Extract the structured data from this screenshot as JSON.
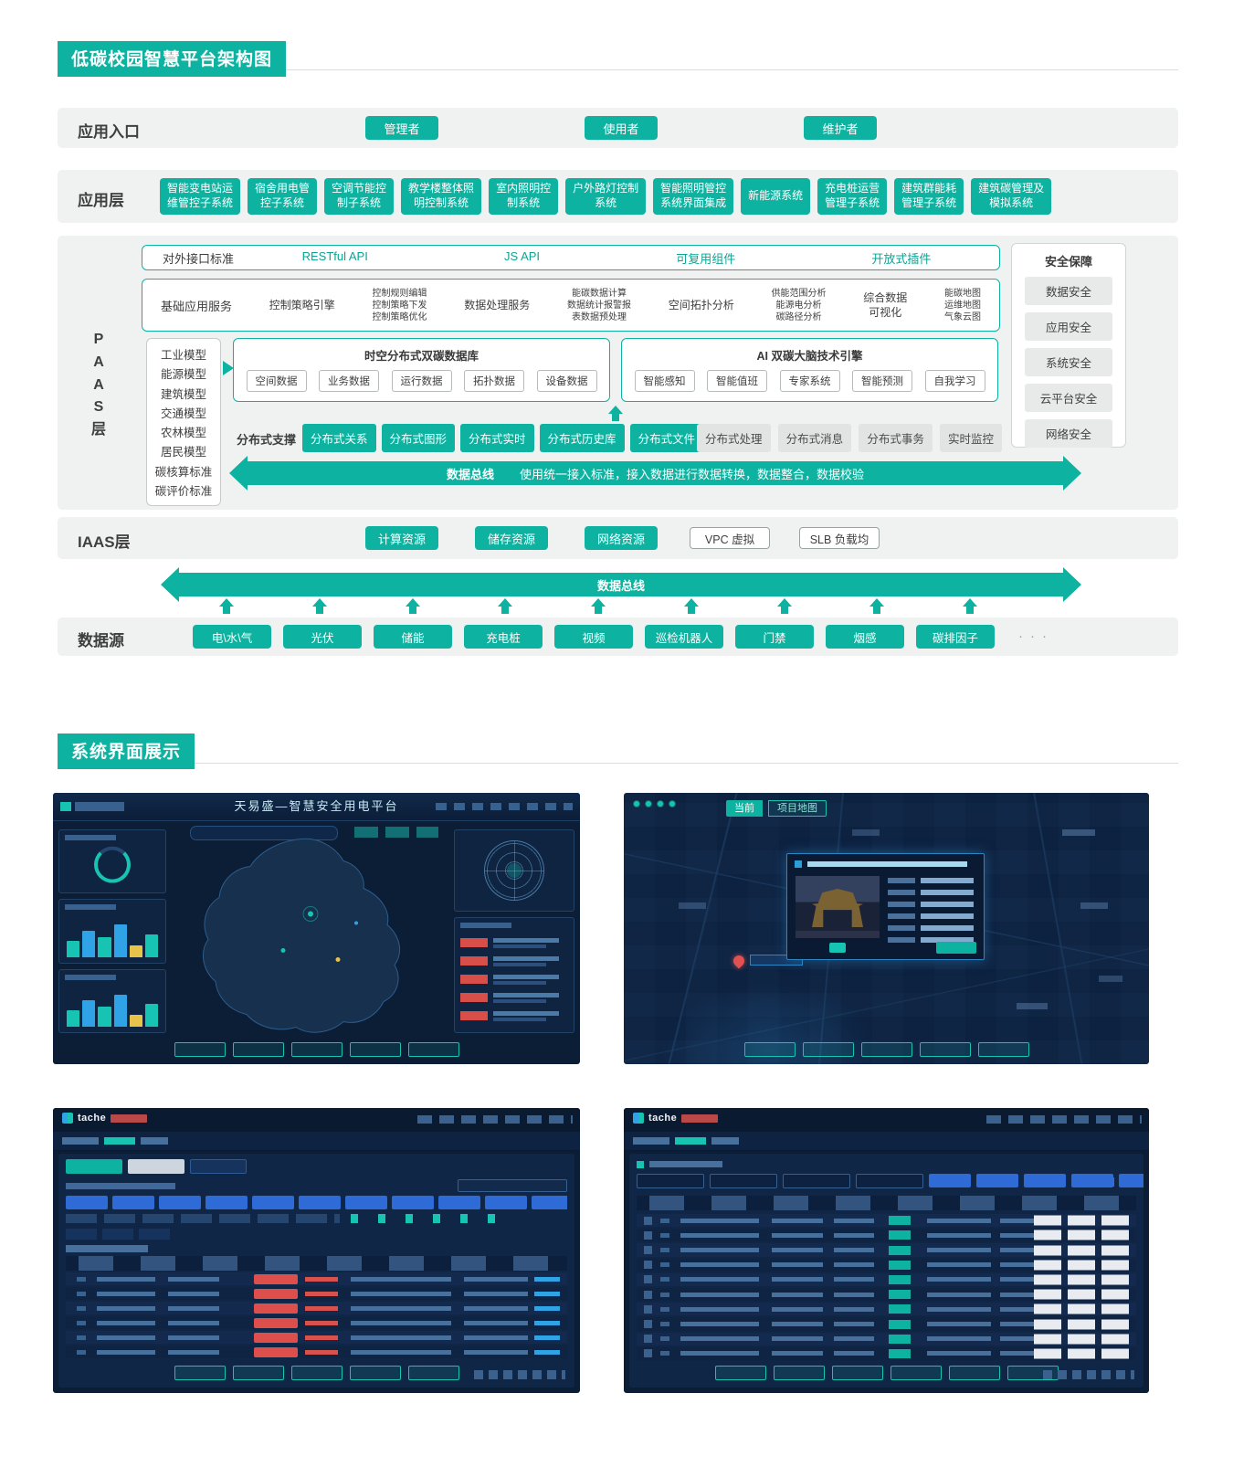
{
  "colors": {
    "teal": "#0db3a0",
    "alarm_red": "#dd4f4a",
    "navy": "#0c1d36",
    "chip_blue": "#2e6bd6"
  },
  "arch": {
    "title": "低碳校园智慧平台架构图",
    "entry": {
      "label": "应用入口",
      "roles": [
        "管理者",
        "使用者",
        "维护者"
      ]
    },
    "app": {
      "label": "应用层",
      "systems": [
        "智能变电站运\n维管控子系统",
        "宿舍用电管\n控子系统",
        "空调节能控\n制子系统",
        "教学楼整体照\n明控制系统",
        "室内照明控\n制系统",
        "户外路灯控制\n系统",
        "智能照明管控\n系统界面集成",
        "新能源系统",
        "充电桩运营\n管理子系统",
        "建筑群能耗\n管理子系统",
        "建筑碳管理及\n模拟系统"
      ]
    },
    "paas": {
      "vertical": "P\nA\nA\nS\n层",
      "api": {
        "label": "对外接口标准",
        "items": [
          "RESTful API",
          "JS API",
          "可复用组件",
          "开放式插件"
        ]
      },
      "services": {
        "label": "基础应用服务",
        "items": [
          "控制策略引擎",
          "控制规则编辑\n控制策略下发\n控制策略优化",
          "数据处理服务",
          "能碳数据计算\n数据统计报警报\n表数据预处理",
          "空间拓扑分析",
          "供能范围分析\n能源电分析\n碳路径分析",
          "综合数据\n可视化",
          "能碳地图\n运维地图\n气象云图"
        ]
      },
      "models": [
        "工业模型",
        "能源模型",
        "建筑模型",
        "交通模型",
        "农林模型",
        "居民模型",
        "碳核算标准",
        "碳评价标准"
      ],
      "db": {
        "title": "时空分布式双碳数据库",
        "items": [
          "空间数据",
          "业务数据",
          "运行数据",
          "拓扑数据",
          "设备数据"
        ]
      },
      "ai": {
        "title": "AI 双碳大脑技术引擎",
        "items": [
          "智能感知",
          "智能值班",
          "专家系统",
          "智能预测",
          "自我学习"
        ]
      },
      "dist": {
        "label": "分布式支撑",
        "filled": [
          "分布式关系",
          "分布式图形",
          "分布式实时",
          "分布式历史库",
          "分布式文件"
        ],
        "plain": [
          "分布式处理",
          "分布式消息",
          "分布式事务",
          "实时监控"
        ]
      },
      "bus_title": "数据总线",
      "bus_desc": "使用统一接入标准，接入数据进行数据转换，数据整合，数据校验",
      "security": {
        "title": "安全保障",
        "items": [
          "数据安全",
          "应用安全",
          "系统安全",
          "云平台安全",
          "网络安全"
        ]
      }
    },
    "iaas": {
      "label": "IAAS层",
      "filled": [
        "计算资源",
        "储存资源",
        "网络资源"
      ],
      "outlined": [
        "VPC 虚拟",
        "SLB 负载均"
      ]
    },
    "bus2": "数据总线",
    "sources": {
      "label": "数据源",
      "items": [
        "电\\水\\气",
        "光伏",
        "储能",
        "充电桩",
        "视频",
        "巡检机器人",
        "门禁",
        "烟感",
        "碳排因子"
      ],
      "more": "···"
    }
  },
  "showcase": {
    "title": "系统界面展示",
    "s1_title": "天易盛—智慧安全用电平台",
    "s2_chip_current": "当前",
    "s2_chip_map": "项目地图",
    "logo": "tache"
  }
}
